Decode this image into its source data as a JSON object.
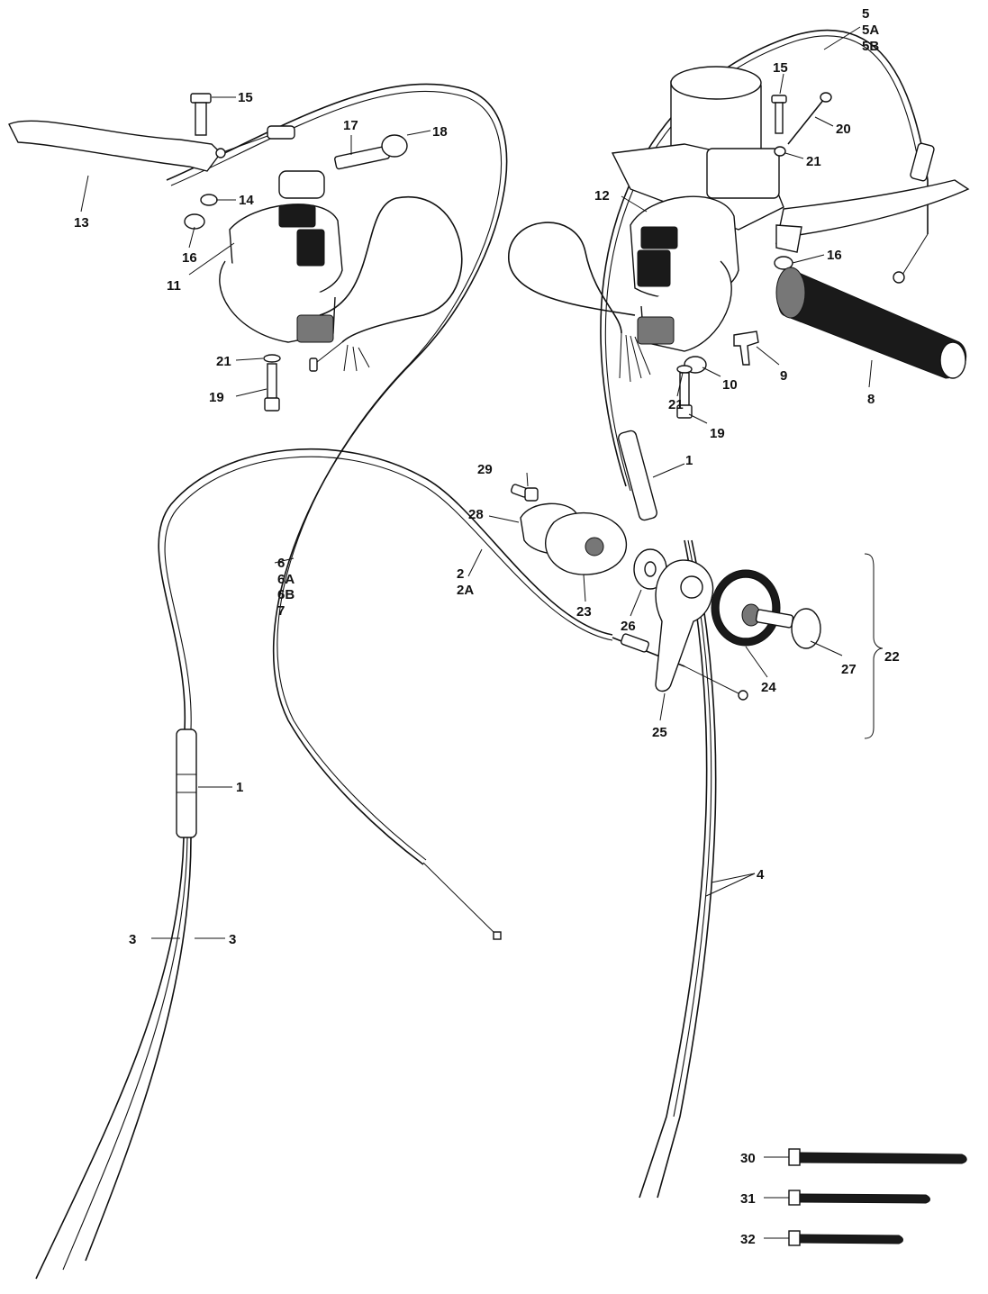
{
  "labels": {
    "l1a": "1",
    "l1b": "1",
    "l2": "2",
    "l2a": "2A",
    "l3a": "3",
    "l3b": "3",
    "l4": "4",
    "l5": "5",
    "l5a": "5A",
    "l5b": "5B",
    "l6": "6",
    "l6a": "6A",
    "l6b": "6B",
    "l7": "7",
    "l8": "8",
    "l9": "9",
    "l10": "10",
    "l11": "11",
    "l12": "12",
    "l13": "13",
    "l14": "14",
    "l15a": "15",
    "l15b": "15",
    "l16a": "16",
    "l16b": "16",
    "l17": "17",
    "l18": "18",
    "l19a": "19",
    "l19b": "19",
    "l20": "20",
    "l21a": "21",
    "l21b": "21",
    "l21c": "21",
    "l22": "22",
    "l23": "23",
    "l24": "24",
    "l25": "25",
    "l26": "26",
    "l27": "27",
    "l28": "28",
    "l29": "29",
    "l30": "30",
    "l31": "31",
    "l32": "32"
  },
  "icons": {
    "left-brake-lever": "lever-icon",
    "right-brake-lever": "lever-icon",
    "left-switch": "handlebar-switch-icon",
    "right-switch": "handlebar-switch-icon",
    "master-cylinder": "master-cylinder-icon",
    "throttle-grip": "grip-icon",
    "choke-lever": "lever-assembly-icon",
    "cable-ties": "cable-tie-icon"
  },
  "colors": {
    "ink": "#111111",
    "paper": "#ffffff"
  }
}
